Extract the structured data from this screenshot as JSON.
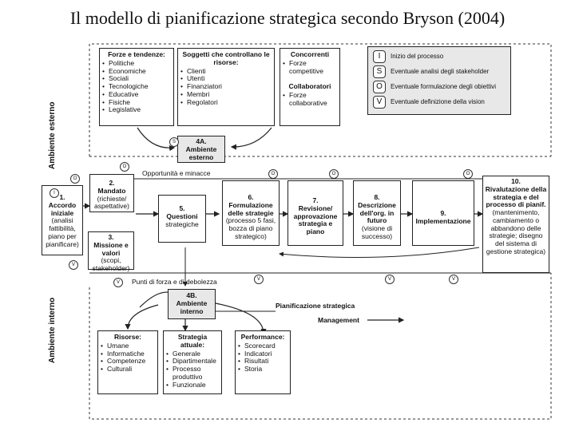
{
  "title": "Il modello di pianificazione strategica secondo Bryson (2004)",
  "side_labels": {
    "external": "Ambiente esterno",
    "internal": "Ambiente interno"
  },
  "external": {
    "forze": {
      "title": "Forze e tendenze:",
      "items": [
        "Politiche",
        "Economiche",
        "Sociali",
        "Tecnologiche",
        "Educative",
        "Fisiche",
        "Legislative"
      ]
    },
    "soggetti": {
      "title": "Soggetti che controllano le risorse:",
      "items": [
        "Clienti",
        "Utenti",
        "Finanziatori",
        "Membri",
        "Regolatori"
      ]
    },
    "concorrenti": {
      "title": "Concorrenti",
      "items": [
        "Forze competitive"
      ]
    },
    "collaboratori": {
      "title": "Collaboratori",
      "items": [
        "Forze collaborative"
      ]
    }
  },
  "legend": [
    {
      "icon": "I",
      "text": "Inizio del processo"
    },
    {
      "icon": "S",
      "text": "Eventuale analisi degli stakeholder"
    },
    {
      "icon": "O",
      "text": "Eventuale formulazione degli obiettivi"
    },
    {
      "icon": "V",
      "text": "Eventuale definizione della vision"
    }
  ],
  "step4a": {
    "num": "4A.",
    "title": "Ambiente esterno"
  },
  "opportunita": "Opportunità e minacce",
  "punti": "Punti di forza e di debolezza",
  "step1": {
    "num": "1.",
    "title": "Accordo iniziale",
    "desc": "(analisi fattibilità, piano per pianificare)"
  },
  "step2": {
    "num": "2.",
    "title": "Mandato",
    "desc": "(richieste/ aspettative)"
  },
  "step3": {
    "num": "3.",
    "title": "Missione e valori",
    "desc": "(scopi, stakeholder)"
  },
  "step5": {
    "num": "5.",
    "title": "Questioni",
    "desc": "strategiche"
  },
  "step6": {
    "num": "6.",
    "title": "Formulazione delle strategie",
    "desc": "(processo 5 fasi, bozza di piano strategico)"
  },
  "step7": {
    "num": "7.",
    "title": "Revisione/ approvazione strategia e piano"
  },
  "step8": {
    "num": "8.",
    "title": "Descrizione dell'org. in futuro",
    "desc": "(visione di successo)"
  },
  "step9": {
    "num": "9.",
    "title": "Implementazione"
  },
  "step10": {
    "num": "10.",
    "title": "Rivalutazione della strategia e del processo di pianif.",
    "desc": "(mantenimento, cambiamento o abbandono delle strategie; disegno del sistema di gestione strategica)"
  },
  "step4b": {
    "num": "4B.",
    "title": "Ambiente interno"
  },
  "pianificazione": "Pianificazione strategica",
  "management": "Management",
  "internal": {
    "risorse": {
      "title": "Risorse:",
      "items": [
        "Umane",
        "Informatiche",
        "Competenze",
        "Culturali"
      ]
    },
    "strategia": {
      "title": "Strategia attuale:",
      "items": [
        "Generale",
        "Dipartimentale",
        "Processo produttivo",
        "Funzionale"
      ]
    },
    "performance": {
      "title": "Performance:",
      "items": [
        "Scorecard",
        "Indicatori",
        "Risultati",
        "Storia"
      ]
    }
  }
}
